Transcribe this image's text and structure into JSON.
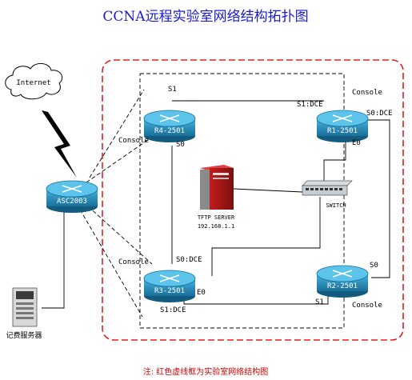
{
  "title": "CCNA远程实验室网络结构拓扑图",
  "note": "注:   红色虚线框为实验室网络结构图",
  "internet_label": "Internet",
  "routers": {
    "asc": "ASC2003",
    "r4": "R4-2501",
    "r1": "R1-2501",
    "r3": "R3-2501",
    "r2": "R2-2501"
  },
  "server": {
    "name": "TFTP SERVER",
    "ip": "192.168.1.1"
  },
  "switch_label": "SWITCH",
  "billing_label": "记费服务器",
  "ports": {
    "r4_s1": "S1",
    "r4_s0": "S0",
    "r4_console": "Console",
    "r1_s1dce": "S1:DCE",
    "r1_s0dce": "S0:DCE",
    "r1_e0": "E0",
    "r1_console": "Console",
    "r3_s0dce": "S0:DCE",
    "r3_e0": "E0",
    "r3_s1dce": "S1:DCE",
    "r3_console": "Console",
    "r2_s0": "S0",
    "r2_s1": "S1",
    "r2_console": "Console"
  },
  "colors": {
    "router": "#1d86b4",
    "lab_frame": "#e02020",
    "title": "#1a1ad8",
    "note": "#d40000"
  }
}
